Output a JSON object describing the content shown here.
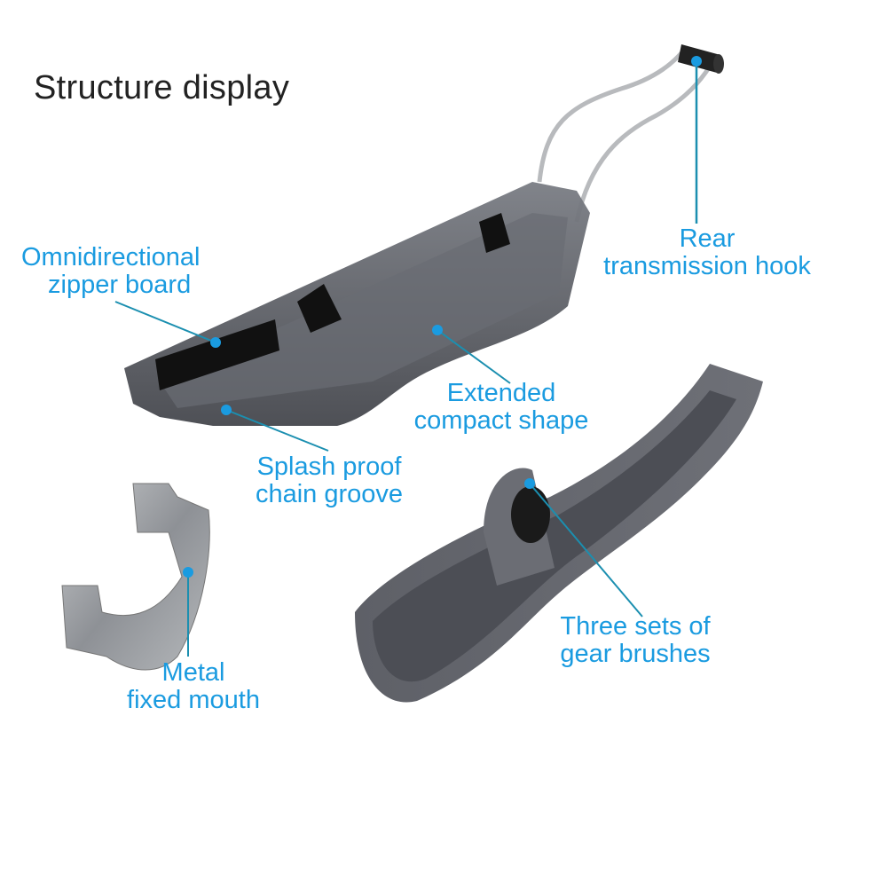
{
  "title": "Structure display",
  "colors": {
    "label": "#1a9be0",
    "callout_line": "#1b8fb0",
    "body": "#55575e",
    "metal": "#9fa2a6"
  },
  "labels": {
    "zipper_board": {
      "line1": "Omnidirectional",
      "line2": "zipper board"
    },
    "rear_hook": {
      "line1": "Rear",
      "line2": "transmission hook"
    },
    "extended_shape": {
      "line1": "Extended",
      "line2": "compact shape"
    },
    "splash_groove": {
      "line1": "Splash proof",
      "line2": "chain groove"
    },
    "metal_mouth": {
      "line1": "Metal",
      "line2": "fixed mouth"
    },
    "gear_brushes": {
      "line1": "Three sets of",
      "line2": "gear brushes"
    }
  }
}
